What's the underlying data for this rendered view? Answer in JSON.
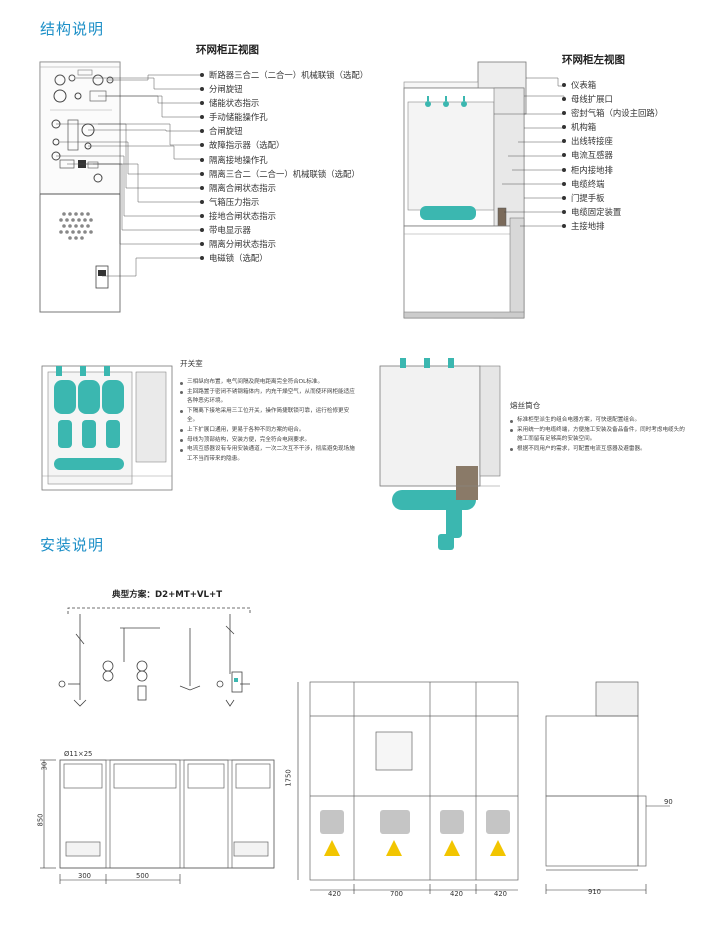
{
  "sections": {
    "structure_title": "结构说明",
    "install_title": "安装说明"
  },
  "front_view": {
    "title": "环网柜正视图",
    "callouts": [
      "断路器三合二（二合一）机械联锁（选配）",
      "分闸旋钮",
      "储能状态指示",
      "手动储能操作孔",
      "合闸旋钮",
      "故障指示器（选配）",
      "隔离接地操作孔",
      "隔离三合二（二合一）机械联锁（选配）",
      "隔离合闸状态指示",
      "气箱压力指示",
      "接地合闸状态指示",
      "带电显示器",
      "隔离分闸状态指示",
      "电磁锁（选配）"
    ]
  },
  "left_view": {
    "title": "环网柜左视图",
    "callouts": [
      "仪表箱",
      "母线扩展口",
      "密封气箱（内设主回路）",
      "机构箱",
      "出线转接座",
      "电流互感器",
      "柜内接地排",
      "电缆终端",
      "门提手板",
      "电缆固定装置",
      "主接地排"
    ]
  },
  "switch_room": {
    "title": "开关室",
    "bullets": [
      "三相纵向布置，电气间隔及爬电距离完全符合DL标准。",
      "主回路置于密闭不锈钢箱体内，内充干燥空气，从而使环网柜能适应各种恶劣环境。",
      "下隔离下接地采用三工位开关，操作简捷联锁可靠，运行检修更安全。",
      "上下扩展口通用，更易于各种不同方案的组合。",
      "母线为顶部结构，安装方便，完全符合电网要求。",
      "电流互感器设有专用安装通道，一次二次互不干涉，彻底避免现场施工不当而带来的隐患。"
    ]
  },
  "fuse_room": {
    "title": "熔丝筒仓",
    "bullets": [
      "标准柜型派生的组合电器方案，可快速配置组合。",
      "采用统一的电缆终端，方便施工安装及备品备件，同时考虑电缆头的施工而留有足够高的安装空间。",
      "根据不同用户的需求，可配置电流互感器及避雷器。"
    ]
  },
  "install": {
    "scheme_title": "典型方案：D2+MT+VL+T",
    "plan_dims": {
      "hole": "Ø11×25",
      "h30": "30",
      "h850": "850",
      "w300": "300",
      "w500": "500"
    },
    "front_dims": {
      "height": "1750",
      "widths": [
        "420",
        "700",
        "420",
        "420"
      ]
    },
    "side_dims": {
      "offset": "90",
      "depth": "910"
    }
  },
  "colors": {
    "accent": "#1c8fc7",
    "teal": "#3bb7b0",
    "frame": "#555555"
  }
}
